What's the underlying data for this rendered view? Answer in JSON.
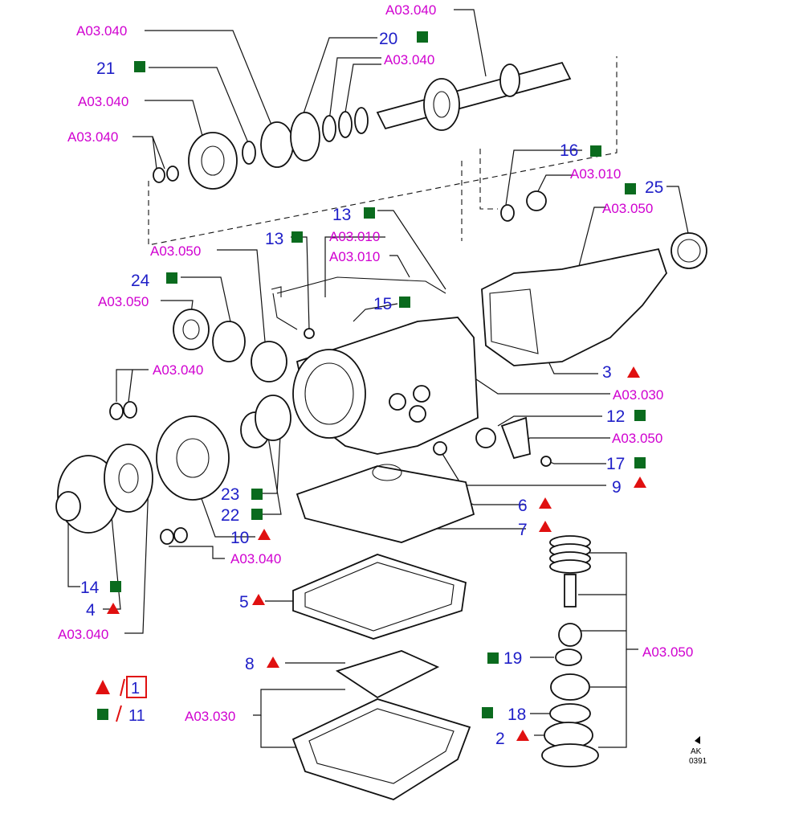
{
  "colors": {
    "reference_text": "#d000d0",
    "part_number_text": "#2020c8",
    "square_marker": "#0a6b1e",
    "triangle_marker": "#e01010",
    "legend_box": "#e01010"
  },
  "references": {
    "a03_010": "A03.010",
    "a03_030": "A03.030",
    "a03_040": "A03.040",
    "a03_050": "A03.050"
  },
  "parts": {
    "p1": "1",
    "p2": "2",
    "p3": "3",
    "p4": "4",
    "p5": "5",
    "p6": "6",
    "p7": "7",
    "p8": "8",
    "p9": "9",
    "p10": "10",
    "p11": "11",
    "p12": "12",
    "p13": "13",
    "p14": "14",
    "p15": "15",
    "p16": "16",
    "p17": "17",
    "p18": "18",
    "p19": "19",
    "p20": "20",
    "p21": "21",
    "p22": "22",
    "p23": "23",
    "p24": "24",
    "p25": "25"
  },
  "legend": {
    "triangle_ref": "1",
    "square_ref": "11",
    "triangle_icon": "red-triangle-icon",
    "square_icon": "green-square-icon"
  },
  "stamp": {
    "line1": "AK",
    "line2": "0391"
  }
}
